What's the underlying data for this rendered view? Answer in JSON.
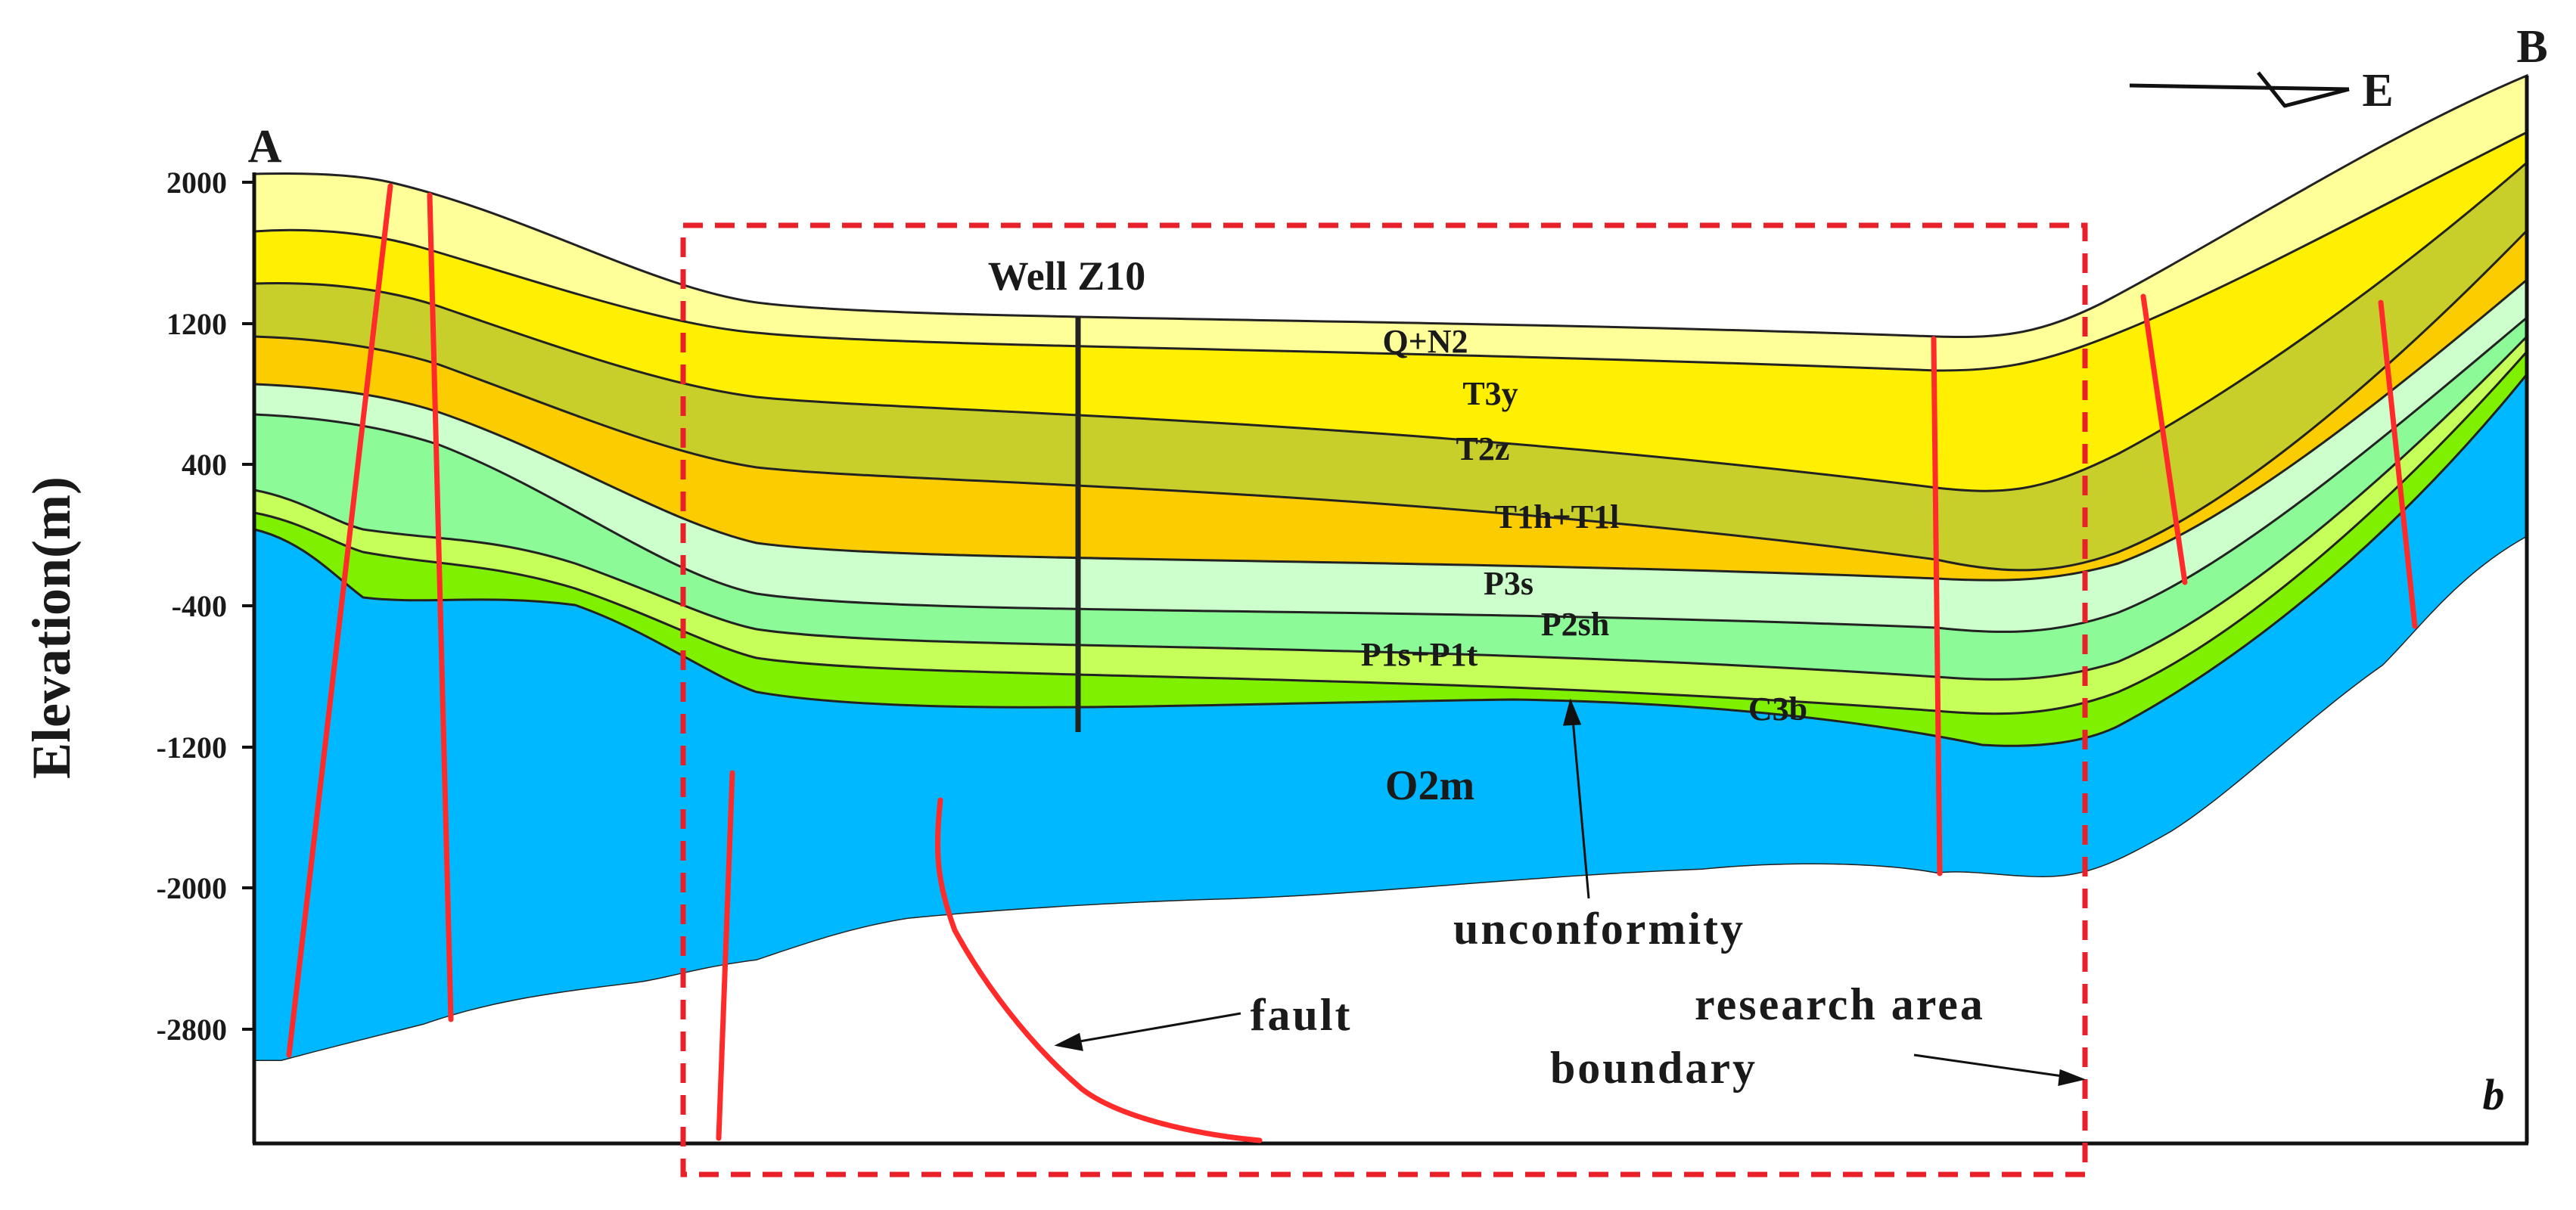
{
  "figure": {
    "panel_letter": "b",
    "y_axis": {
      "label": "Elevation(m)",
      "ticks": [
        "2000",
        "1200",
        "400",
        "-400",
        "-1200",
        "-2000",
        "-2800"
      ]
    },
    "section_ends": {
      "start": "A",
      "end": "B"
    },
    "orientation": "E",
    "well": "Well Z10",
    "layers": [
      {
        "name": "Q+N2",
        "color": "#ffff99"
      },
      {
        "name": "T3y",
        "color": "#ffef00"
      },
      {
        "name": "T2z",
        "color": "#c8cf2a"
      },
      {
        "name": "T1h+T1l",
        "color": "#fbcd00"
      },
      {
        "name": "P3s",
        "color": "#ccffcc"
      },
      {
        "name": "P2sh",
        "color": "#8cfa96"
      },
      {
        "name": "P1s+P1t",
        "color": "#c6ff5a"
      },
      {
        "name": "C3b",
        "color": "#7ff000"
      },
      {
        "name": "O2m",
        "color": "#00b8ff"
      }
    ],
    "annotations": {
      "unconformity": "unconformity",
      "fault": "fault",
      "boundary_line1": "research area",
      "boundary_line2": "boundary"
    },
    "colors": {
      "fault": "#ff2a2a",
      "boundary": "#e8202a",
      "outline": "#222222"
    }
  }
}
